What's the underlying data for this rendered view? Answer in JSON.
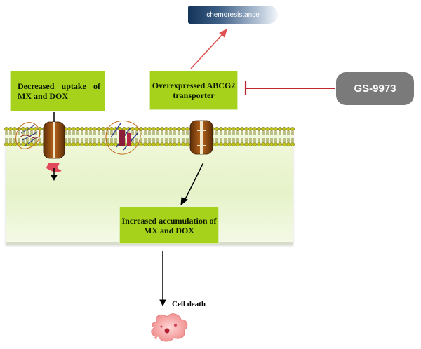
{
  "labels": {
    "chemoresistance": "chemoresistance",
    "decreased_uptake": "Decreased uptake of MX and DOX",
    "overexpressed": "Overexpressed ABCG2 transporter",
    "inhibitor": "GS-9973",
    "accumulation": "Increased accumulation of MX and DOX",
    "cell_death": "Cell death"
  },
  "colors": {
    "box_green": "#a6d21c",
    "inhibitor_line": "#c0272d",
    "chemo_arrow": "#e05050",
    "transporter": "#8a4a12",
    "membrane": "#8f9a10"
  }
}
